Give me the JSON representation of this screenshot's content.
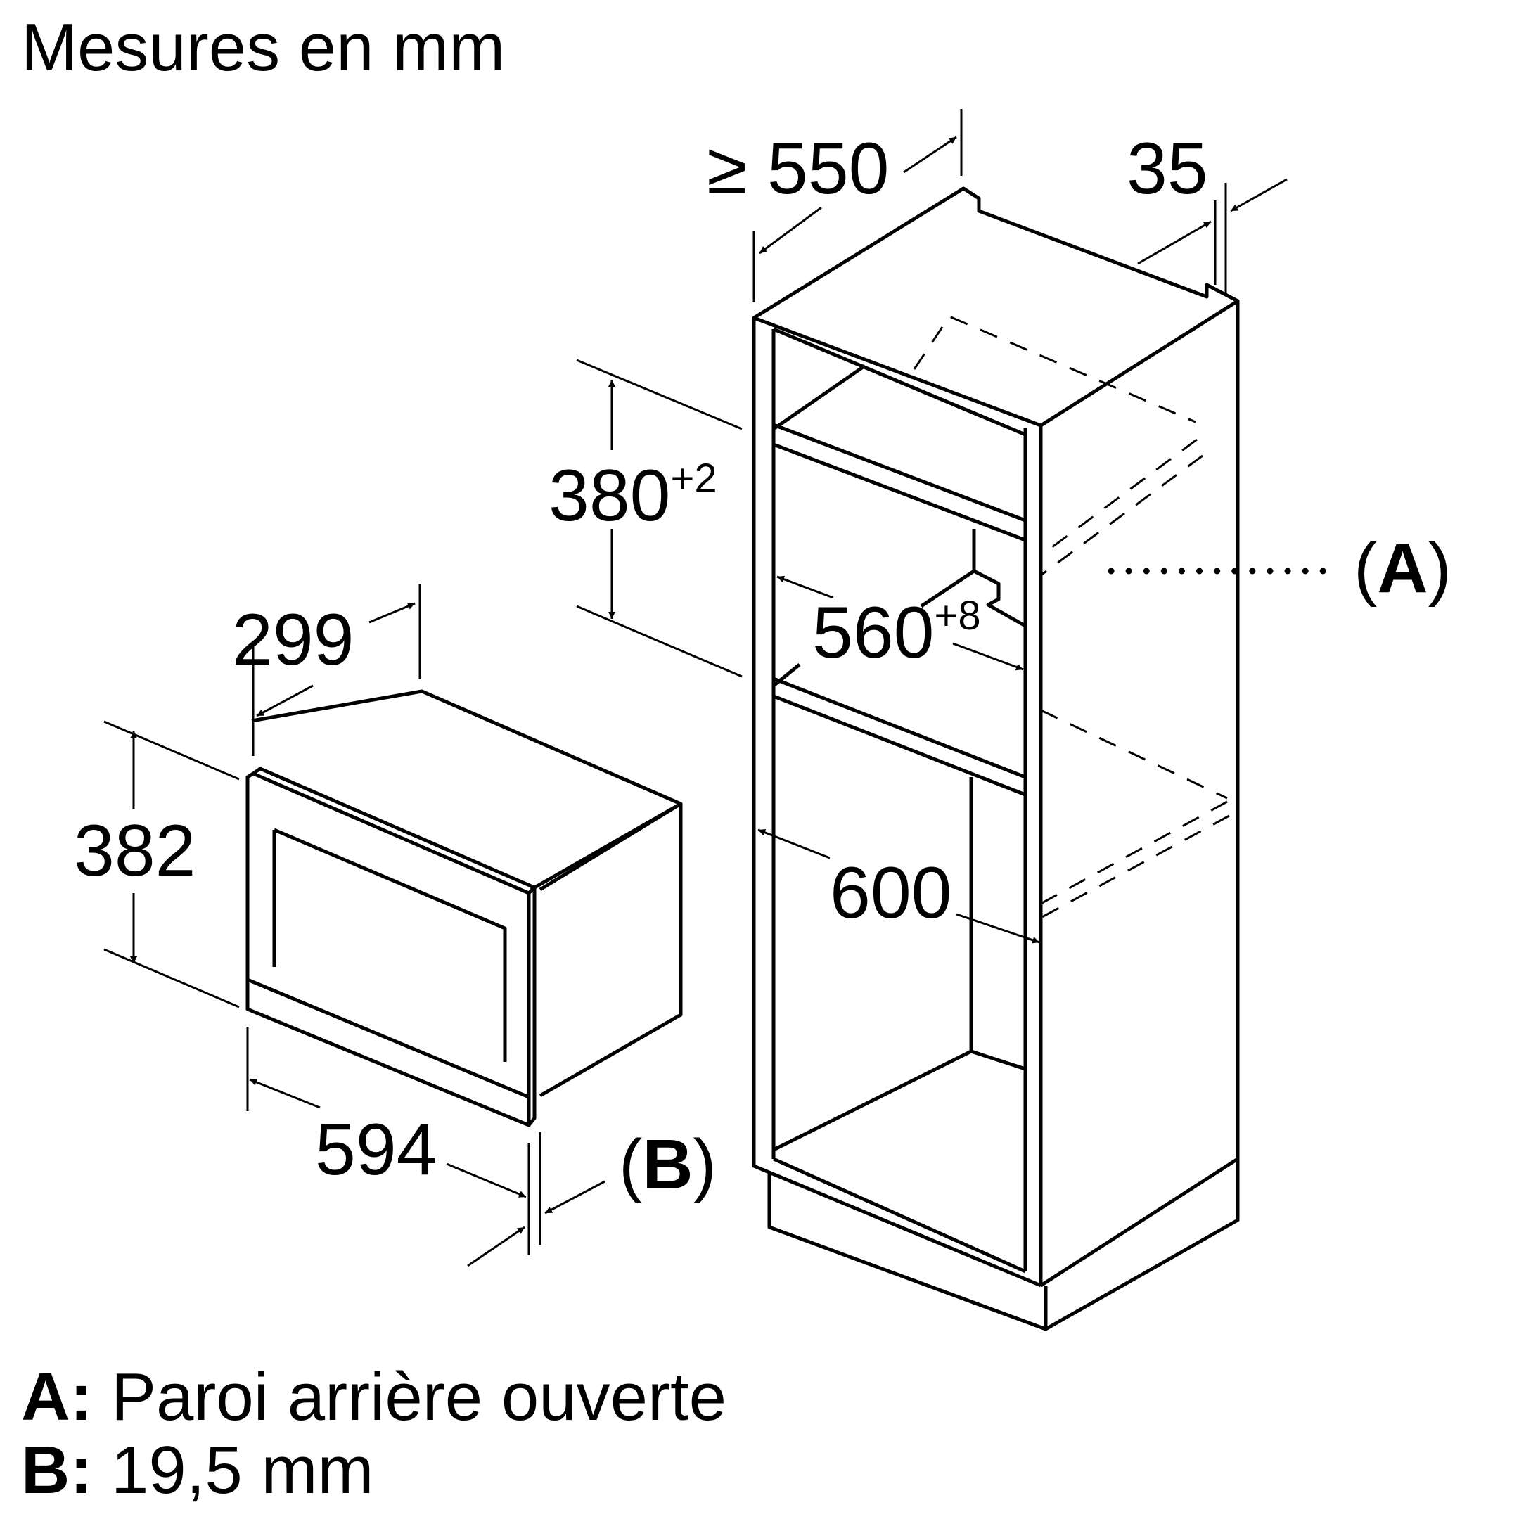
{
  "title": "Mesures en mm",
  "dimensions": {
    "niche_depth": "≥ 550",
    "top_gap": "35",
    "niche_height_value": "380",
    "niche_height_tol": "+2",
    "niche_width_value": "560",
    "niche_width_tol": "+8",
    "cabinet_width": "600",
    "appliance_depth": "299",
    "appliance_height": "382",
    "appliance_width": "594"
  },
  "callouts": {
    "a_letter": "A",
    "b_letter": "B",
    "open": "(",
    "close": ")"
  },
  "legend": [
    {
      "key": "A:",
      "text": "Paroi arrière ouverte"
    },
    {
      "key": "B:",
      "text": "19,5 mm"
    }
  ],
  "colors": {
    "ink": "#000000",
    "background": "#ffffff"
  }
}
